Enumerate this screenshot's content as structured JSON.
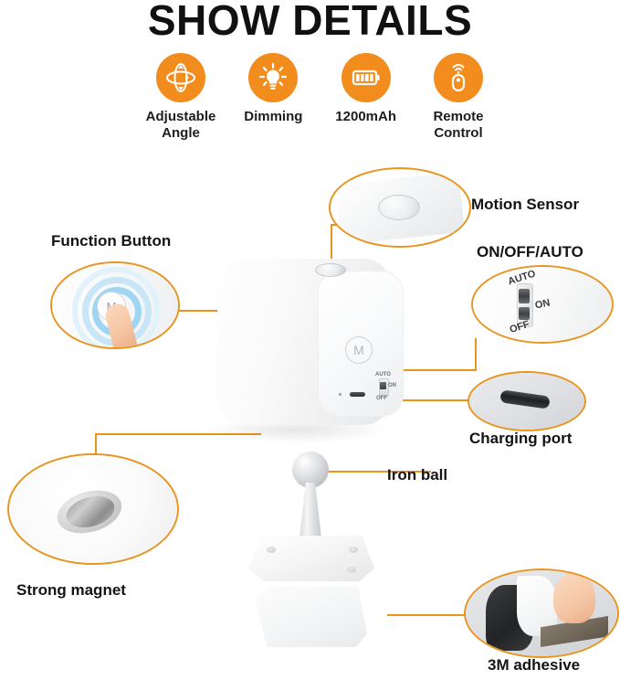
{
  "header": {
    "title": "SHOW DETAILS"
  },
  "features": [
    {
      "label": "Adjustable\nAngle",
      "label_line1": "Adjustable",
      "label_line2": "Angle",
      "icon": "adjustable-angle-icon"
    },
    {
      "label": "Dimming",
      "label_line1": "Dimming",
      "label_line2": "",
      "icon": "dimming-bulb-icon"
    },
    {
      "label": "1200mAh",
      "label_line1": "1200mAh",
      "label_line2": "",
      "icon": "battery-icon"
    },
    {
      "label": "Remote\nControl",
      "label_line1": "Remote",
      "label_line2": "Control",
      "icon": "remote-control-icon"
    }
  ],
  "callouts": {
    "function_button": "Function Button",
    "motion_sensor": "Motion Sensor",
    "on_off_auto": "ON/OFF/AUTO",
    "charging_port": "Charging port",
    "iron_ball": "Iron ball",
    "strong_magnet": "Strong magnet",
    "adhesive": "3M adhesive"
  },
  "switch_positions": {
    "auto": "AUTO",
    "on": "ON",
    "off": "OFF"
  },
  "device": {
    "button_glyph": "M",
    "switch_auto": "AUTO",
    "switch_on": "ON",
    "switch_off": "OFF"
  },
  "colors": {
    "accent_orange": "#F28C1C",
    "callout_outline": "#E8941F",
    "text": "#141414",
    "background": "#FFFFFF",
    "ripple_blue": "#9FD4F2"
  }
}
